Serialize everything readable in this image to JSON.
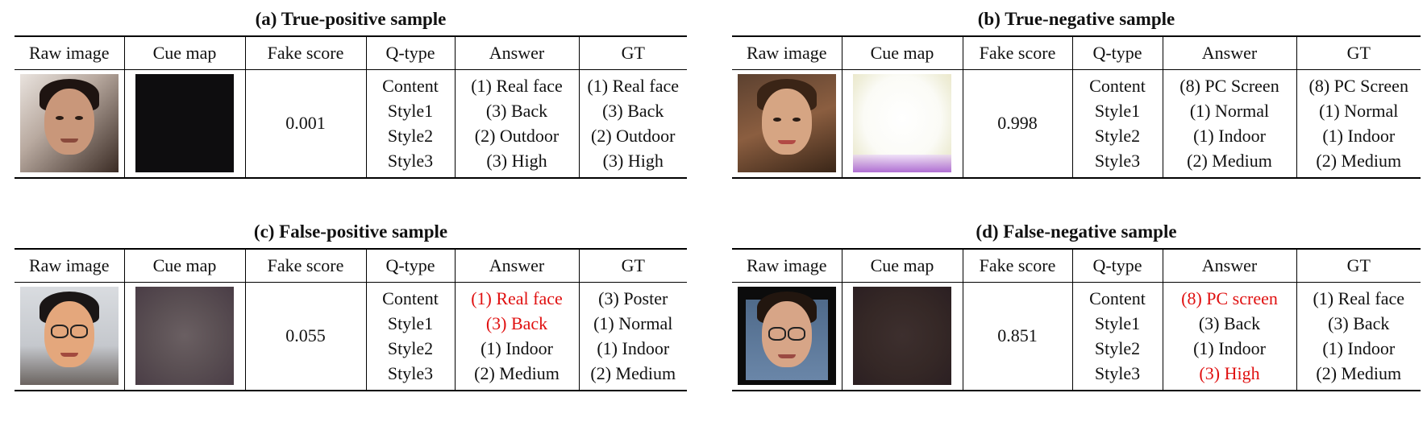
{
  "headers": [
    "Raw image",
    "Cue map",
    "Fake score",
    "Q-type",
    "Answer",
    "GT"
  ],
  "qtypes": [
    "Content",
    "Style1",
    "Style2",
    "Style3"
  ],
  "panels": {
    "a": {
      "caption": "(a) True-positive sample",
      "fake_score": "0.001",
      "answers": [
        "(1) Real face",
        "(3) Back",
        "(2) Outdoor",
        "(3) High"
      ],
      "gt": [
        "(1) Real face",
        "(3) Back",
        "(2) Outdoor",
        "(3) High"
      ],
      "wrong": []
    },
    "b": {
      "caption": "(b) True-negative sample",
      "fake_score": "0.998",
      "answers": [
        "(8) PC Screen",
        "(1) Normal",
        "(1) Indoor",
        "(2) Medium"
      ],
      "gt": [
        "(8) PC Screen",
        "(1) Normal",
        "(1) Indoor",
        "(2) Medium"
      ],
      "wrong": []
    },
    "c": {
      "caption": "(c) False-positive sample",
      "fake_score": "0.055",
      "answers": [
        "(1) Real face",
        "(3) Back",
        "(1) Indoor",
        "(2) Medium"
      ],
      "gt": [
        "(3) Poster",
        "(1) Normal",
        "(1) Indoor",
        "(2) Medium"
      ],
      "wrong": [
        0,
        1
      ]
    },
    "d": {
      "caption": "(d) False-negative sample",
      "fake_score": "0.851",
      "answers": [
        "(8) PC screen",
        "(3) Back",
        "(1) Indoor",
        "(3) High"
      ],
      "gt": [
        "(1) Real face",
        "(3) Back",
        "(1) Indoor",
        "(2) Medium"
      ],
      "wrong": [
        0,
        3
      ]
    }
  },
  "colors": {
    "wrong_answer": "#e01010"
  }
}
